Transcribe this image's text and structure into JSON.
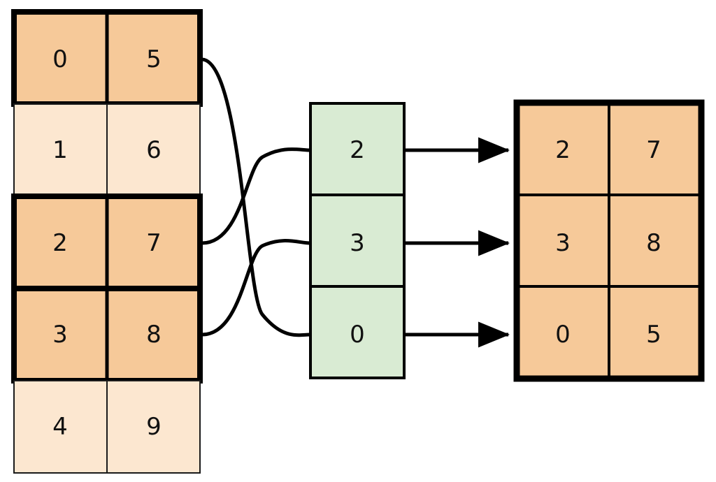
{
  "diagram": {
    "type": "table-gather-diagram",
    "colors": {
      "highlight_fill": "#f6c999",
      "plain_fill": "#fce7d0",
      "index_fill": "#d9ebd3",
      "stroke": "#000000",
      "thin_stroke": "#1a1a1a",
      "background": "#ffffff"
    },
    "source_table": {
      "name": "source-table",
      "columns": 2,
      "rows": [
        {
          "cells": [
            "0",
            "5"
          ],
          "highlighted": true
        },
        {
          "cells": [
            "1",
            "6"
          ],
          "highlighted": false
        },
        {
          "cells": [
            "2",
            "7"
          ],
          "highlighted": true
        },
        {
          "cells": [
            "3",
            "8"
          ],
          "highlighted": true
        },
        {
          "cells": [
            "4",
            "9"
          ],
          "highlighted": false
        }
      ]
    },
    "index_column": {
      "name": "index-column",
      "cells": [
        "2",
        "3",
        "0"
      ]
    },
    "result_table": {
      "name": "result-table",
      "columns": 2,
      "rows": [
        {
          "cells": [
            "2",
            "7"
          ]
        },
        {
          "cells": [
            "3",
            "8"
          ]
        },
        {
          "cells": [
            "0",
            "5"
          ]
        }
      ]
    },
    "connections": [
      {
        "name": "connector-source-row-0-to-index-2",
        "from_row": 0,
        "to_index": 2
      },
      {
        "name": "connector-source-row-2-to-index-0",
        "from_row": 2,
        "to_index": 0
      },
      {
        "name": "connector-source-row-3-to-index-1",
        "from_row": 3,
        "to_index": 1
      }
    ],
    "arrows": [
      {
        "name": "arrow-index-0-to-result-row-0",
        "from_index": 0,
        "to_row": 0
      },
      {
        "name": "arrow-index-1-to-result-row-1",
        "from_index": 1,
        "to_row": 1
      },
      {
        "name": "arrow-index-2-to-result-row-2",
        "from_index": 2,
        "to_row": 2
      }
    ]
  }
}
